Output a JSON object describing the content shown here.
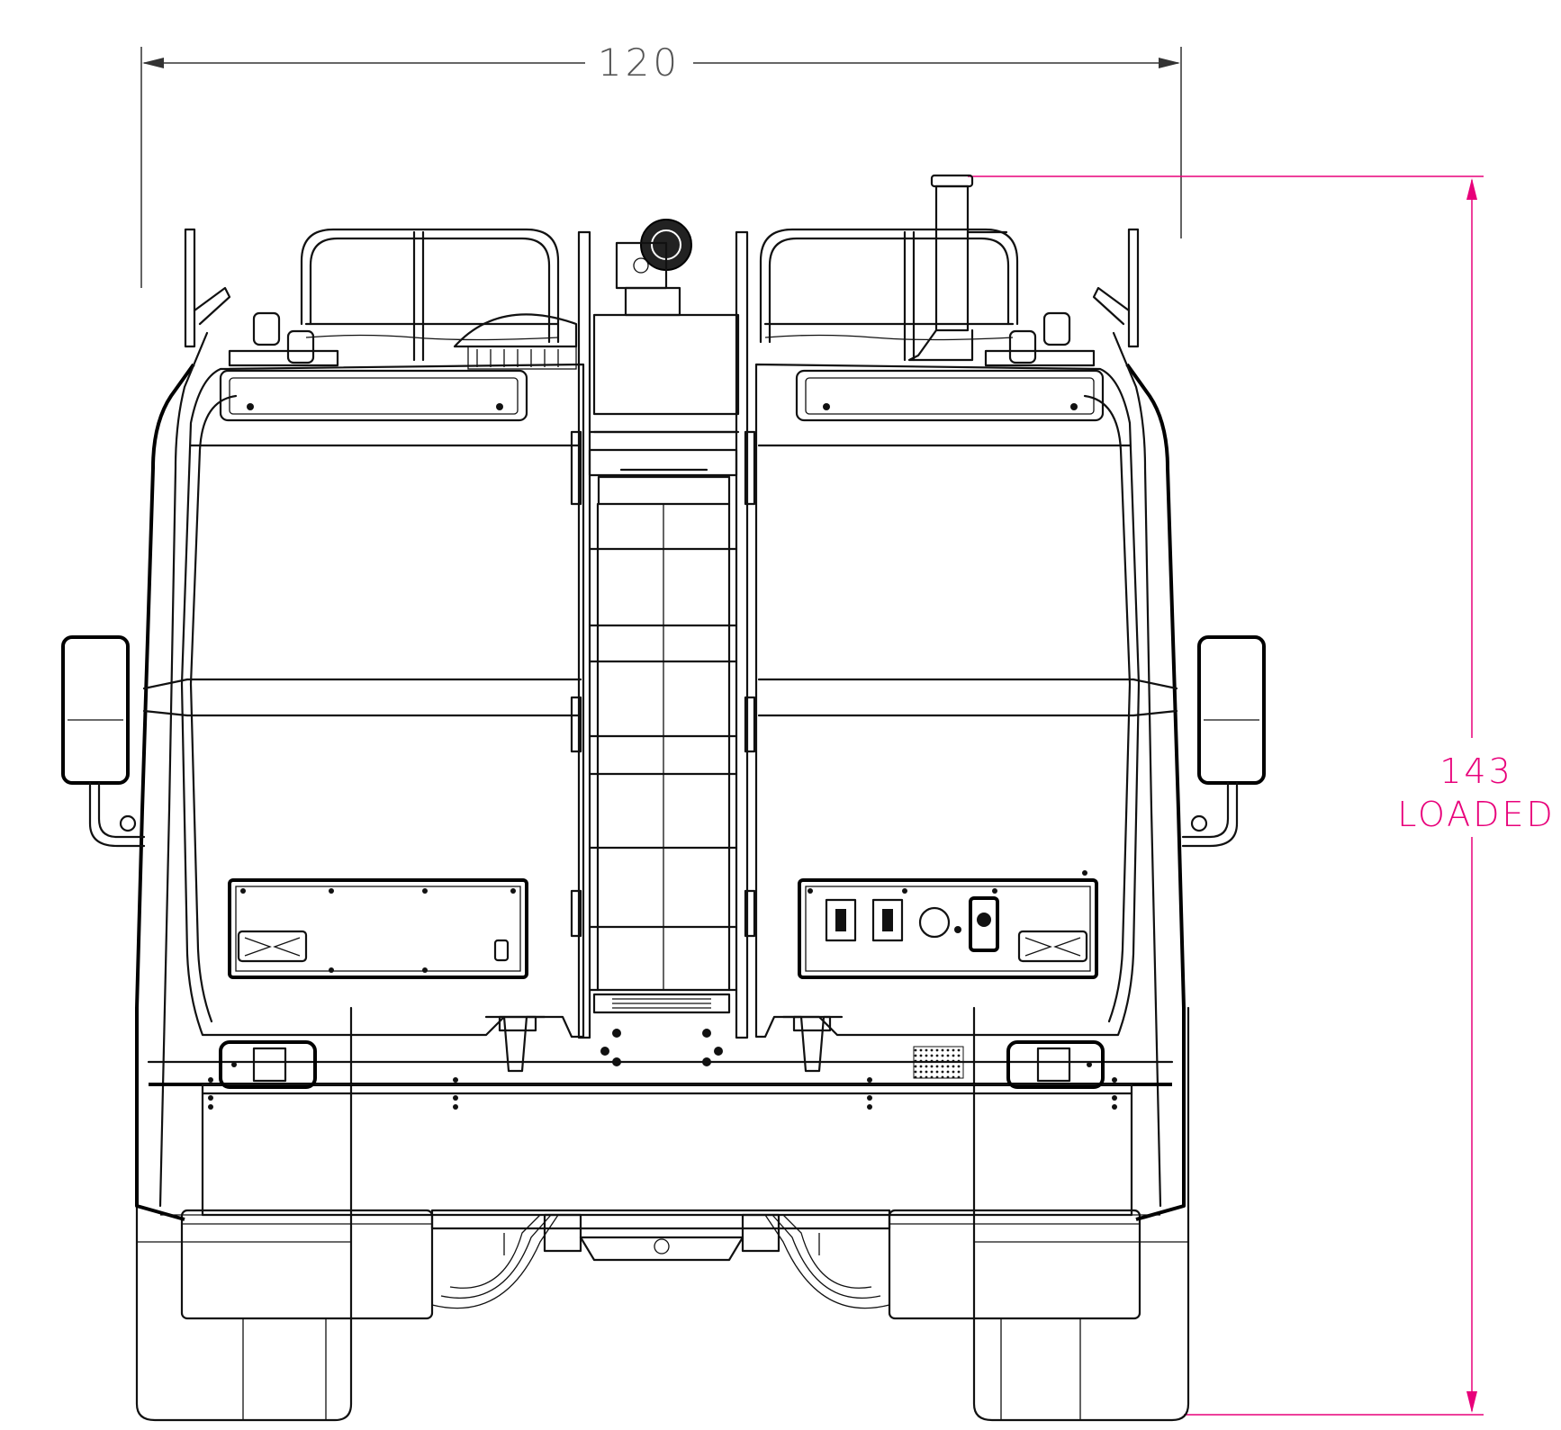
{
  "dimensions": {
    "width_label": "120",
    "height_label_value": "143",
    "height_label_note": "LOADED"
  },
  "colors": {
    "line": "#111111",
    "width_dimension": "#333333",
    "height_dimension": "#e8007a",
    "background": "#ffffff"
  }
}
